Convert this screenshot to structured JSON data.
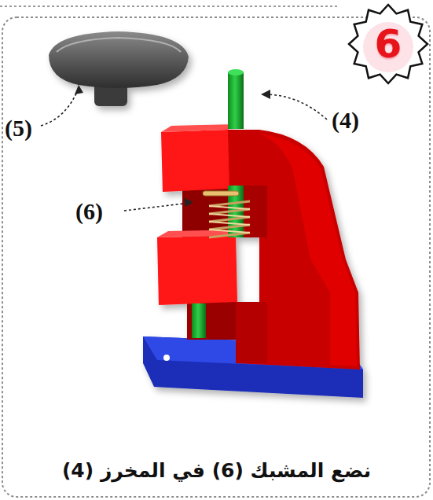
{
  "diagram": {
    "caption": "نضع المشبك (6) في المخرز (4)",
    "nodes": [
      {
        "text": [
          "6"
        ]
      }
    ],
    "labels": [
      "(5)",
      "(4)",
      "(6)"
    ]
  }
}
